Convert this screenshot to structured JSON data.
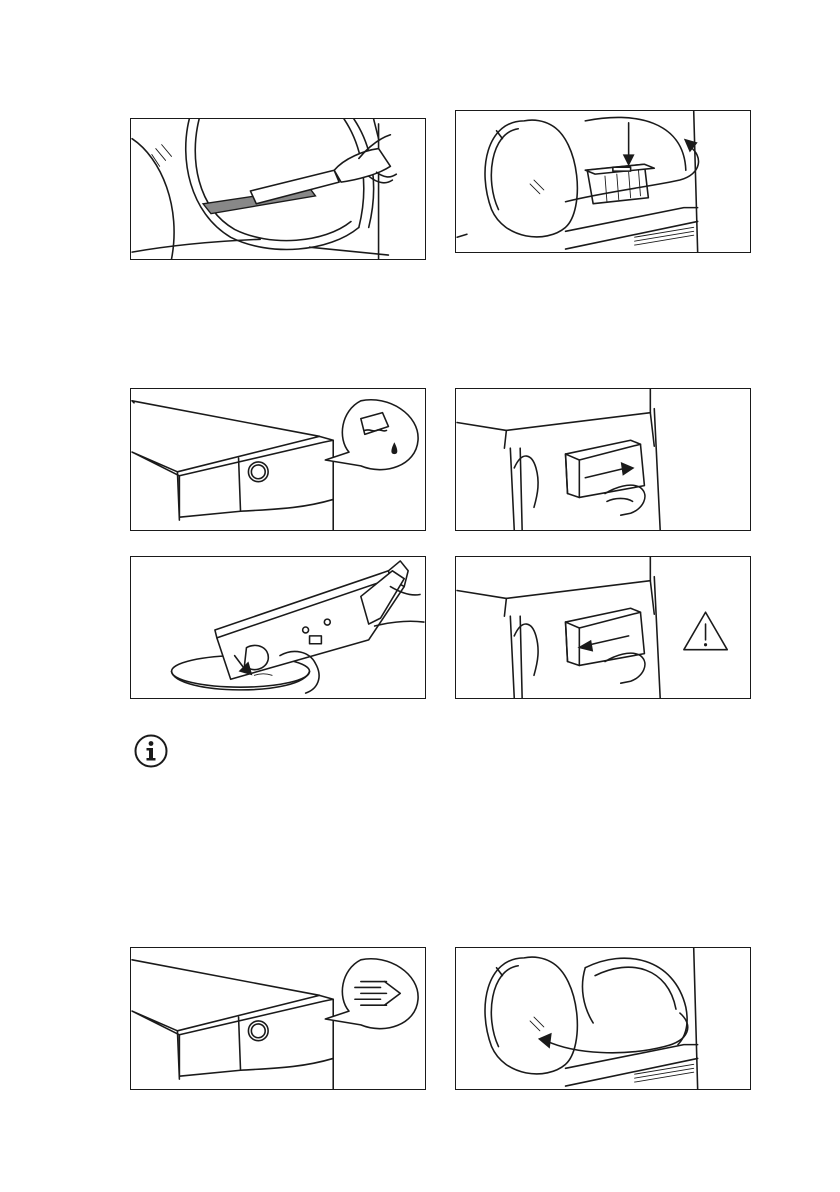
{
  "figures": [
    {
      "id": "p1",
      "icon": "brush-cleaning-filter-icon"
    },
    {
      "id": "p2",
      "icon": "filter-insert-rotate-icon"
    },
    {
      "id": "p3",
      "icon": "water-container-full-icon"
    },
    {
      "id": "p4",
      "icon": "pull-out-container-icon"
    },
    {
      "id": "p5",
      "icon": "empty-container-icon"
    },
    {
      "id": "p6",
      "icon": "push-in-container-icon"
    },
    {
      "id": "p7",
      "icon": "condenser-indicator-icon"
    },
    {
      "id": "p8",
      "icon": "close-door-icon"
    }
  ],
  "info_icon": "info-icon",
  "warning_icon": "warning-triangle-icon"
}
